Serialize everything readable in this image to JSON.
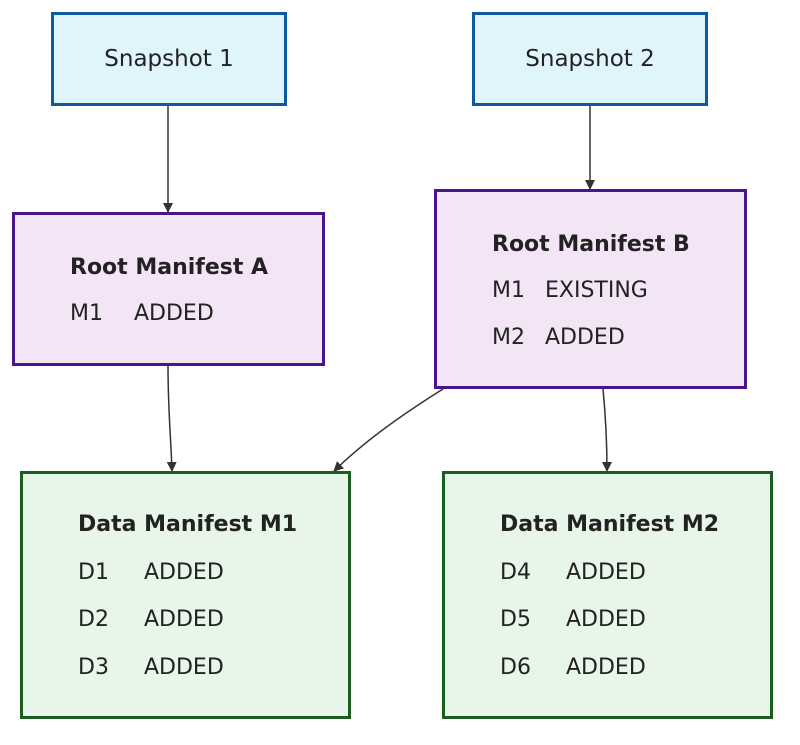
{
  "colors": {
    "snapshot_fill": "#e0f4fc",
    "snapshot_border": "#0d5a9e",
    "root_fill": "#f3e5f5",
    "root_border": "#4a148c",
    "data_fill": "#e8f5e9",
    "data_border": "#1b5e20",
    "edge": "#333333"
  },
  "nodes": {
    "snapshot1": {
      "label": "Snapshot 1"
    },
    "snapshot2": {
      "label": "Snapshot 2"
    },
    "rootA": {
      "title": "Root Manifest A",
      "entries": [
        {
          "id": "M1",
          "status": "ADDED"
        }
      ]
    },
    "rootB": {
      "title": "Root Manifest B",
      "entries": [
        {
          "id": "M1",
          "status": "EXISTING"
        },
        {
          "id": "M2",
          "status": "ADDED"
        }
      ]
    },
    "dataM1": {
      "title": "Data Manifest M1",
      "entries": [
        {
          "id": "D1",
          "status": "ADDED"
        },
        {
          "id": "D2",
          "status": "ADDED"
        },
        {
          "id": "D3",
          "status": "ADDED"
        }
      ]
    },
    "dataM2": {
      "title": "Data Manifest M2",
      "entries": [
        {
          "id": "D4",
          "status": "ADDED"
        },
        {
          "id": "D5",
          "status": "ADDED"
        },
        {
          "id": "D6",
          "status": "ADDED"
        }
      ]
    }
  },
  "edges": [
    {
      "from": "snapshot1",
      "to": "rootA"
    },
    {
      "from": "snapshot2",
      "to": "rootB"
    },
    {
      "from": "rootA",
      "to": "dataM1"
    },
    {
      "from": "rootB",
      "to": "dataM1"
    },
    {
      "from": "rootB",
      "to": "dataM2"
    }
  ]
}
